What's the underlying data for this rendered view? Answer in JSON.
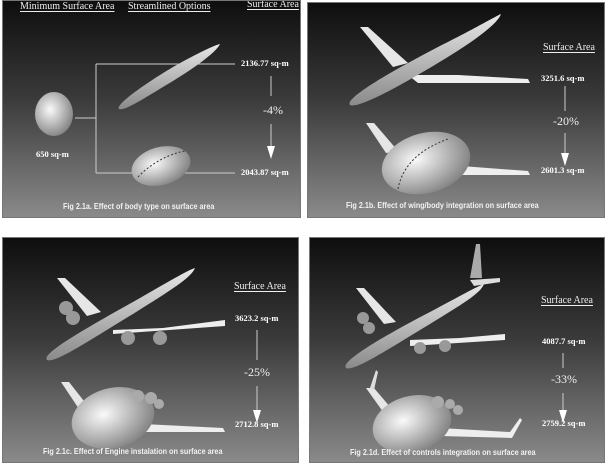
{
  "panels": [
    {
      "id": "a",
      "headers": [
        "Minimum Surface Area",
        "Streamlined Options",
        "Surface Area"
      ],
      "min_value": "650 sq-m",
      "top_value": "2136.77 sq-m",
      "change": "-4%",
      "bottom_value": "2043.87 sq-m",
      "caption": "Fig 2.1a. Effect of body type on surface area"
    },
    {
      "id": "b",
      "header": "Surface Area",
      "top_value": "3251.6 sq-m",
      "change": "-20%",
      "bottom_value": "2601.3 sq-m",
      "caption": "Fig 2.1b. Effect of wing/body integration on surface area"
    },
    {
      "id": "c",
      "header": "Surface Area",
      "top_value": "3623.2 sq-m",
      "change": "-25%",
      "bottom_value": "2712.8 sq-m",
      "caption": "Fig 2.1c. Effect of Engine instalation on surface area"
    },
    {
      "id": "d",
      "header": "Surface Area",
      "top_value": "4087.7 sq-m",
      "change": "-33%",
      "bottom_value": "2759.2 sq-m",
      "caption": "Fig 2.1d. Effect of controls integration on surface area"
    }
  ],
  "colors": {
    "background_top": "#0e0e0e",
    "background_bottom": "#8a8a8a",
    "text": "#ffffff"
  }
}
